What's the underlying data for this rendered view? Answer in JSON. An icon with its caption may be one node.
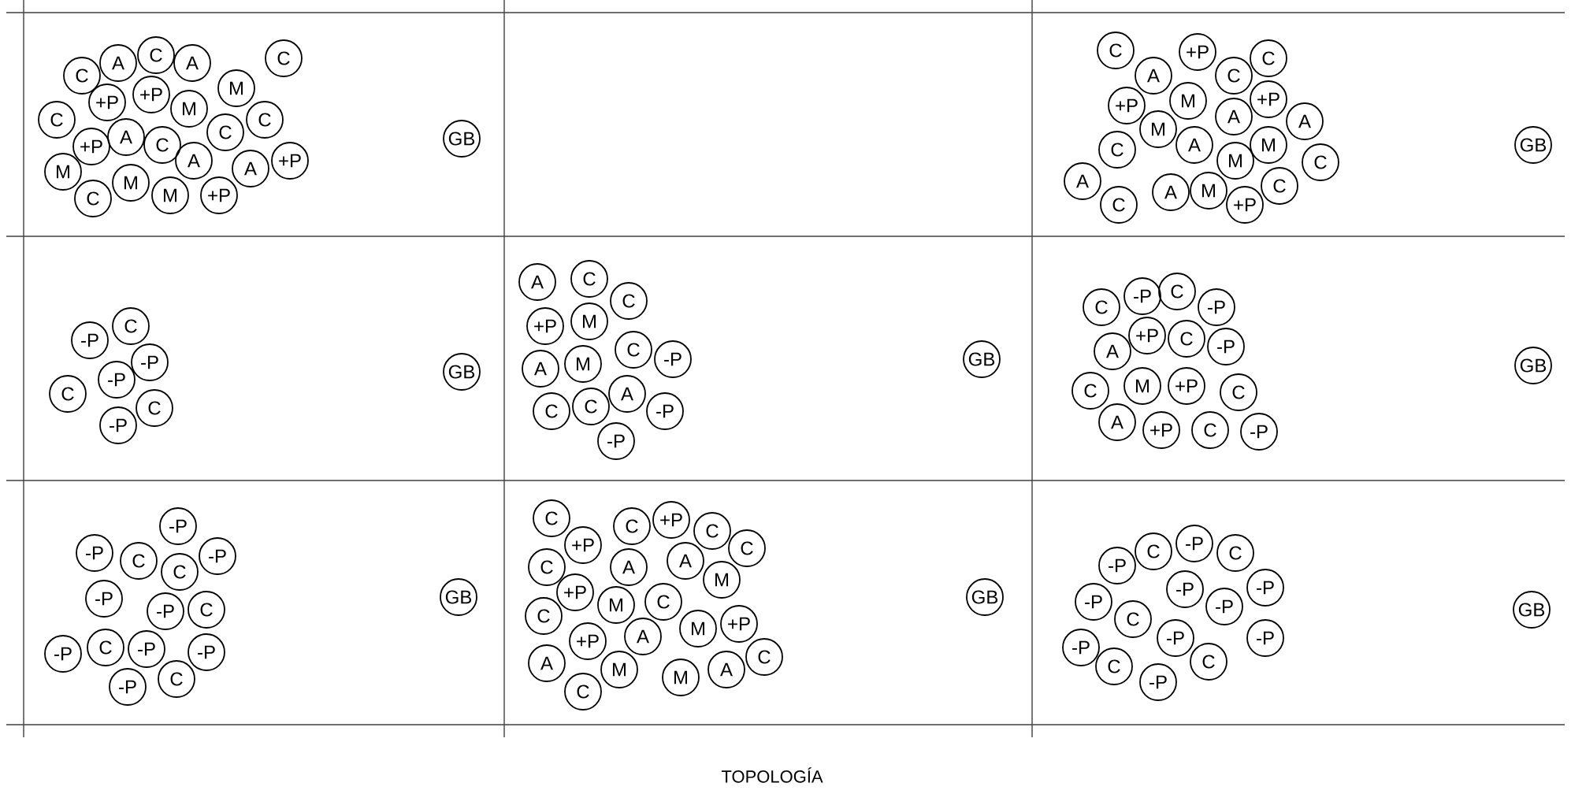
{
  "diagram": {
    "caption": "TOPOLOGÍA",
    "nodes": [
      {
        "text": [
          "C"
        ]
      },
      {
        "text": [
          "A"
        ]
      },
      {
        "text": [
          "C"
        ]
      },
      {
        "text": [
          "A"
        ]
      },
      {
        "text": [
          "C"
        ]
      },
      {
        "text": [
          "+P"
        ]
      },
      {
        "text": [
          "+P"
        ]
      },
      {
        "text": [
          "M"
        ]
      },
      {
        "text": [
          "M"
        ]
      },
      {
        "text": [
          "C"
        ]
      },
      {
        "text": [
          "A"
        ]
      },
      {
        "text": [
          "C"
        ]
      },
      {
        "text": [
          "C"
        ]
      },
      {
        "text": [
          "C"
        ]
      },
      {
        "text": [
          "+P"
        ]
      },
      {
        "text": [
          "M"
        ]
      },
      {
        "text": [
          "A"
        ]
      },
      {
        "text": [
          "A"
        ]
      },
      {
        "text": [
          "+P"
        ]
      },
      {
        "text": [
          "C"
        ]
      },
      {
        "text": [
          "M"
        ]
      },
      {
        "text": [
          "M"
        ]
      },
      {
        "text": [
          "+P"
        ]
      },
      {
        "text": [
          "GB"
        ]
      },
      {
        "text": [
          "C"
        ]
      },
      {
        "text": [
          "+P"
        ]
      },
      {
        "text": [
          "C"
        ]
      },
      {
        "text": [
          "A"
        ]
      },
      {
        "text": [
          "C"
        ]
      },
      {
        "text": [
          "+P"
        ]
      },
      {
        "text": [
          "M"
        ]
      },
      {
        "text": [
          "+P"
        ]
      },
      {
        "text": [
          "A"
        ]
      },
      {
        "text": [
          "A"
        ]
      },
      {
        "text": [
          "M"
        ]
      },
      {
        "text": [
          "C"
        ]
      },
      {
        "text": [
          "A"
        ]
      },
      {
        "text": [
          "M"
        ]
      },
      {
        "text": [
          "M"
        ]
      },
      {
        "text": [
          "C"
        ]
      },
      {
        "text": [
          "A"
        ]
      },
      {
        "text": [
          "C"
        ]
      },
      {
        "text": [
          "M"
        ]
      },
      {
        "text": [
          "A"
        ]
      },
      {
        "text": [
          "C"
        ]
      },
      {
        "text": [
          "+P"
        ]
      },
      {
        "text": [
          "GB"
        ]
      },
      {
        "text": [
          "C"
        ]
      },
      {
        "text": [
          "-P"
        ]
      },
      {
        "text": [
          "-P"
        ]
      },
      {
        "text": [
          "-P"
        ]
      },
      {
        "text": [
          "C"
        ]
      },
      {
        "text": [
          "C"
        ]
      },
      {
        "text": [
          "-P"
        ]
      },
      {
        "text": [
          "GB"
        ]
      },
      {
        "text": [
          "A"
        ]
      },
      {
        "text": [
          "C"
        ]
      },
      {
        "text": [
          "C"
        ]
      },
      {
        "text": [
          "+P"
        ]
      },
      {
        "text": [
          "M"
        ]
      },
      {
        "text": [
          "A"
        ]
      },
      {
        "text": [
          "M"
        ]
      },
      {
        "text": [
          "C"
        ]
      },
      {
        "text": [
          "-P"
        ]
      },
      {
        "text": [
          "A"
        ]
      },
      {
        "text": [
          "C"
        ]
      },
      {
        "text": [
          "C"
        ]
      },
      {
        "text": [
          "-P"
        ]
      },
      {
        "text": [
          "-P"
        ]
      },
      {
        "text": [
          "GB"
        ]
      },
      {
        "text": [
          "C"
        ]
      },
      {
        "text": [
          "-P"
        ]
      },
      {
        "text": [
          "C"
        ]
      },
      {
        "text": [
          "-P"
        ]
      },
      {
        "text": [
          "A"
        ]
      },
      {
        "text": [
          "+P"
        ]
      },
      {
        "text": [
          "C"
        ]
      },
      {
        "text": [
          "-P"
        ]
      },
      {
        "text": [
          "C"
        ]
      },
      {
        "text": [
          "M"
        ]
      },
      {
        "text": [
          "+P"
        ]
      },
      {
        "text": [
          "C"
        ]
      },
      {
        "text": [
          "A"
        ]
      },
      {
        "text": [
          "+P"
        ]
      },
      {
        "text": [
          "C"
        ]
      },
      {
        "text": [
          "-P"
        ]
      },
      {
        "text": [
          "GB"
        ]
      },
      {
        "text": [
          "-P"
        ]
      },
      {
        "text": [
          "-P"
        ]
      },
      {
        "text": [
          "C"
        ]
      },
      {
        "text": [
          "C"
        ]
      },
      {
        "text": [
          "-P"
        ]
      },
      {
        "text": [
          "-P"
        ]
      },
      {
        "text": [
          "-P"
        ]
      },
      {
        "text": [
          "C"
        ]
      },
      {
        "text": [
          "-P"
        ]
      },
      {
        "text": [
          "C"
        ]
      },
      {
        "text": [
          "-P"
        ]
      },
      {
        "text": [
          "-P"
        ]
      },
      {
        "text": [
          "-P"
        ]
      },
      {
        "text": [
          "C"
        ]
      },
      {
        "text": [
          "GB"
        ]
      },
      {
        "text": [
          "C"
        ]
      },
      {
        "text": [
          "C"
        ]
      },
      {
        "text": [
          "+P"
        ]
      },
      {
        "text": [
          "C"
        ]
      },
      {
        "text": [
          "C"
        ]
      },
      {
        "text": [
          "+P"
        ]
      },
      {
        "text": [
          "C"
        ]
      },
      {
        "text": [
          "A"
        ]
      },
      {
        "text": [
          "A"
        ]
      },
      {
        "text": [
          "M"
        ]
      },
      {
        "text": [
          "+P"
        ]
      },
      {
        "text": [
          "M"
        ]
      },
      {
        "text": [
          "C"
        ]
      },
      {
        "text": [
          "C"
        ]
      },
      {
        "text": [
          "M"
        ]
      },
      {
        "text": [
          "+P"
        ]
      },
      {
        "text": [
          "A"
        ]
      },
      {
        "text": [
          "+P"
        ]
      },
      {
        "text": [
          "A"
        ]
      },
      {
        "text": [
          "M"
        ]
      },
      {
        "text": [
          "M"
        ]
      },
      {
        "text": [
          "A"
        ]
      },
      {
        "text": [
          "C"
        ]
      },
      {
        "text": [
          "C"
        ]
      },
      {
        "text": [
          "GB"
        ]
      },
      {
        "text": [
          "-P"
        ]
      },
      {
        "text": [
          "C"
        ]
      },
      {
        "text": [
          "-P"
        ]
      },
      {
        "text": [
          "C"
        ]
      },
      {
        "text": [
          "-P"
        ]
      },
      {
        "text": [
          "-P"
        ]
      },
      {
        "text": [
          "-P"
        ]
      },
      {
        "text": [
          "-P"
        ]
      },
      {
        "text": [
          "C"
        ]
      },
      {
        "text": [
          "-P"
        ]
      },
      {
        "text": [
          "-P"
        ]
      },
      {
        "text": [
          "-P"
        ]
      },
      {
        "text": [
          "C"
        ]
      },
      {
        "text": [
          "C"
        ]
      },
      {
        "text": [
          "-P"
        ]
      },
      {
        "text": [
          "GB"
        ]
      }
    ]
  }
}
